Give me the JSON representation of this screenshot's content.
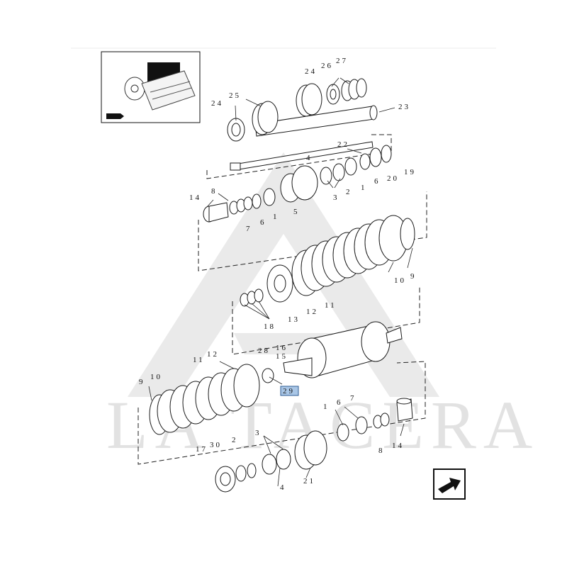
{
  "diagram": {
    "watermark_text": "LA TACERA",
    "highlighted_ref": "29",
    "refs": [
      {
        "id": "r27a",
        "text": "27"
      },
      {
        "id": "r24a",
        "text": "24"
      },
      {
        "id": "r26",
        "text": "26"
      },
      {
        "id": "r24b",
        "text": "24"
      },
      {
        "id": "r25",
        "text": "25"
      },
      {
        "id": "r23",
        "text": "23"
      },
      {
        "id": "r22",
        "text": "22"
      },
      {
        "id": "r4a",
        "text": "4"
      },
      {
        "id": "r20",
        "text": "20"
      },
      {
        "id": "r19",
        "text": "19"
      },
      {
        "id": "r3a",
        "text": "3"
      },
      {
        "id": "r2a",
        "text": "2"
      },
      {
        "id": "r1a",
        "text": "1"
      },
      {
        "id": "r6a",
        "text": "6"
      },
      {
        "id": "r14a",
        "text": "14"
      },
      {
        "id": "r8a",
        "text": "8"
      },
      {
        "id": "r7a",
        "text": "7"
      },
      {
        "id": "r6b",
        "text": "6"
      },
      {
        "id": "r1b",
        "text": "1"
      },
      {
        "id": "r5",
        "text": "5"
      },
      {
        "id": "r10a",
        "text": "10"
      },
      {
        "id": "r9a",
        "text": "9"
      },
      {
        "id": "r18",
        "text": "18"
      },
      {
        "id": "r13",
        "text": "13"
      },
      {
        "id": "r12a",
        "text": "12"
      },
      {
        "id": "r11a",
        "text": "11"
      },
      {
        "id": "r28",
        "text": "28"
      },
      {
        "id": "r16",
        "text": "16"
      },
      {
        "id": "r15",
        "text": "15"
      },
      {
        "id": "r11b",
        "text": "11"
      },
      {
        "id": "r12b",
        "text": "12"
      },
      {
        "id": "r9b",
        "text": "9"
      },
      {
        "id": "r10b",
        "text": "10"
      },
      {
        "id": "r1c",
        "text": "1"
      },
      {
        "id": "r6c",
        "text": "6"
      },
      {
        "id": "r7b",
        "text": "7"
      },
      {
        "id": "r8b",
        "text": "8"
      },
      {
        "id": "r14b",
        "text": "14"
      },
      {
        "id": "r17",
        "text": "17"
      },
      {
        "id": "r30",
        "text": "30"
      },
      {
        "id": "r2b",
        "text": "2"
      },
      {
        "id": "r3b",
        "text": "3"
      },
      {
        "id": "r4b",
        "text": "4"
      },
      {
        "id": "r21",
        "text": "21"
      },
      {
        "id": "r29",
        "text": "29"
      }
    ]
  }
}
